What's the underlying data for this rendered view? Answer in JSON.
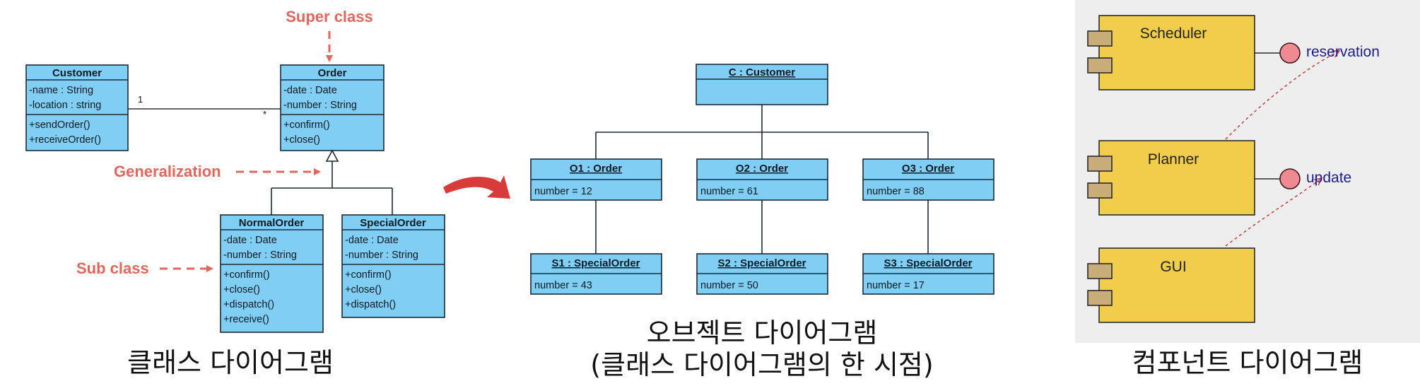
{
  "annotations": {
    "super_class": "Super class",
    "generalization": "Generalization",
    "sub_class": "Sub class"
  },
  "class_diagram": {
    "customer": {
      "name": "Customer",
      "attributes": [
        "-name : String",
        "-location : string"
      ],
      "operations": [
        "+sendOrder()",
        "+receiveOrder()"
      ]
    },
    "order": {
      "name": "Order",
      "attributes": [
        "-date : Date",
        "-number : String"
      ],
      "operations": [
        "+confirm()",
        "+close()"
      ]
    },
    "normal_order": {
      "name": "NormalOrder",
      "attributes": [
        "-date : Date",
        "-number : String"
      ],
      "operations": [
        "+confirm()",
        "+close()",
        "+dispatch()",
        "+receive()"
      ]
    },
    "special_order": {
      "name": "SpecialOrder",
      "attributes": [
        "-date : Date",
        "-number : String"
      ],
      "operations": [
        "+confirm()",
        "+close()",
        "+dispatch()"
      ]
    },
    "multiplicity_customer": "1",
    "multiplicity_order": "*",
    "caption": "클래스 다이어그램"
  },
  "object_diagram": {
    "root": "C : Customer",
    "orders": [
      {
        "name": "O1 : Order",
        "value": "number = 12"
      },
      {
        "name": "O2 : Order",
        "value": "number = 61"
      },
      {
        "name": "O3 : Order",
        "value": "number = 88"
      }
    ],
    "special_orders": [
      {
        "name": "S1 : SpecialOrder",
        "value": "number = 43"
      },
      {
        "name": "S2 : SpecialOrder",
        "value": "number = 50"
      },
      {
        "name": "S3 : SpecialOrder",
        "value": "number = 17"
      }
    ],
    "caption_line1": "오브젝트 다이어그램",
    "caption_line2": "(클래스 다이어그램의 한 시점)"
  },
  "component_diagram": {
    "components": [
      "Scheduler",
      "Planner",
      "GUI"
    ],
    "interfaces": [
      "reservation",
      "update"
    ],
    "caption": "컴포넌트 다이어그램"
  },
  "colors": {
    "uml_fill": "#80cef3",
    "annotation": "#e0675c",
    "arrow": "#d93a3a",
    "component_fill": "#f2cd4b",
    "component_panel": "#eeeeee",
    "interface_fill": "#f08a92",
    "interface_label": "#1c1c8c"
  }
}
